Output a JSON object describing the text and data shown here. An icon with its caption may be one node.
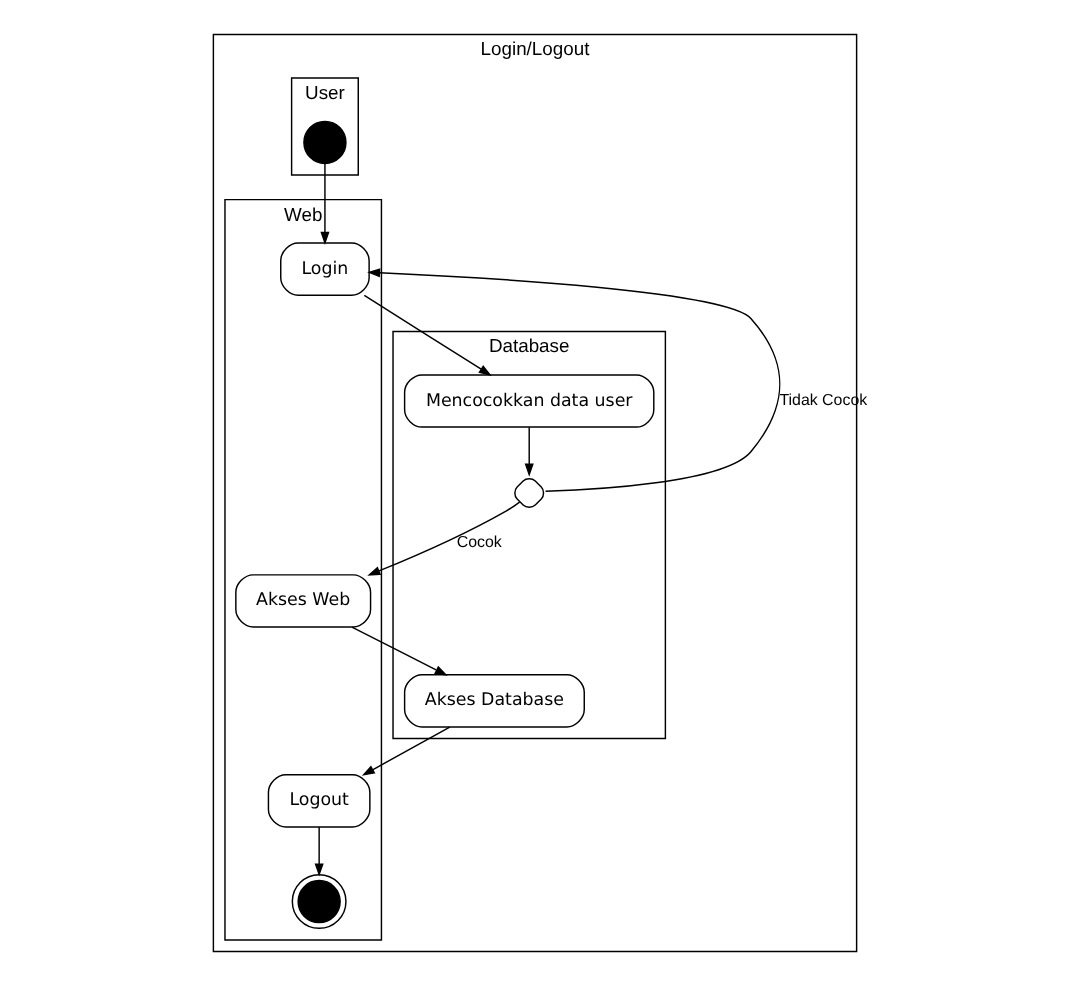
{
  "diagram": {
    "nodes": [
      {
        "text": [
          "Login/Logout"
        ]
      },
      {
        "text": [
          "User"
        ],
        "in": 0
      },
      {
        "text": [
          "Web"
        ],
        "in": 0
      },
      {
        "text": [
          "Database"
        ],
        "in": 0
      },
      {
        "text": [],
        "shape": "circle",
        "in": 1
      },
      {
        "text": [
          "Login"
        ],
        "in": 2
      },
      {
        "text": [
          "Mencocokkan data user"
        ],
        "in": 3
      },
      {
        "text": [],
        "shape": "diamond",
        "in": 3
      },
      {
        "text": [
          "Akses Web"
        ],
        "in": 2
      },
      {
        "text": [
          "Akses Database"
        ],
        "in": 3
      },
      {
        "text": [
          "Logout"
        ],
        "in": 2
      },
      {
        "text": [],
        "shape": "circle",
        "in": 2
      }
    ],
    "edges": [
      {
        "from": 4,
        "to": 5,
        "arrow": "to"
      },
      {
        "from": 5,
        "to": 6,
        "arrow": "to"
      },
      {
        "from": 6,
        "to": 7,
        "arrow": "to"
      },
      {
        "from": 7,
        "to": 5,
        "arrow": "to",
        "label": "Tidak Cocok"
      },
      {
        "from": 7,
        "to": 8,
        "arrow": "to",
        "label": "Cocok"
      },
      {
        "from": 8,
        "to": 9,
        "arrow": "to"
      },
      {
        "from": 9,
        "to": 10,
        "arrow": "to"
      },
      {
        "from": 10,
        "to": 11,
        "arrow": "to"
      }
    ]
  }
}
